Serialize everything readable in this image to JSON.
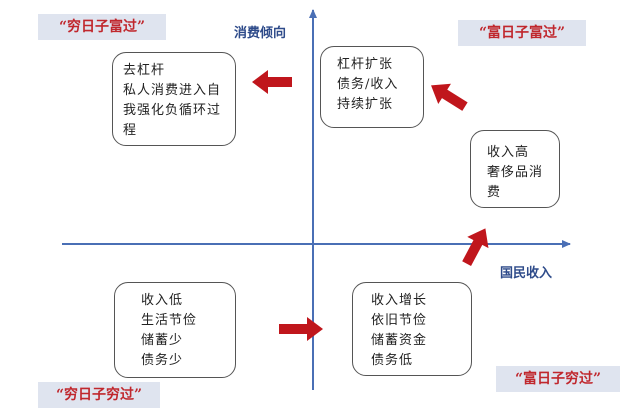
{
  "axes": {
    "y_label": "消费倾向",
    "x_label": "国民收入"
  },
  "corners": {
    "top_left": "“穷日子富过”",
    "top_right": "“富日子富过”",
    "bottom_left": "“穷日子穷过”",
    "bottom_right": "“富日子穷过”"
  },
  "boxes": {
    "top_left": [
      "去杠杆",
      "私人消费进入自",
      "我强化负循环过",
      "程"
    ],
    "top_right": [
      "杠杆扩张",
      "债务/收入",
      "持续扩张"
    ],
    "right_middle": [
      "收入高",
      "奢侈品消",
      "费"
    ],
    "bottom_left": [
      "收入低",
      "生活节俭",
      "储蓄少",
      "债务少"
    ],
    "bottom_right": [
      "收入增长",
      "依旧节俭",
      "储蓄资金",
      "债务低"
    ]
  },
  "colors": {
    "axis": "#4a6fb5",
    "arrow": "#c0161c",
    "label_bg": "#dfe4ef",
    "label_text": "#c0272d",
    "axis_label": "#2e4b8a"
  }
}
